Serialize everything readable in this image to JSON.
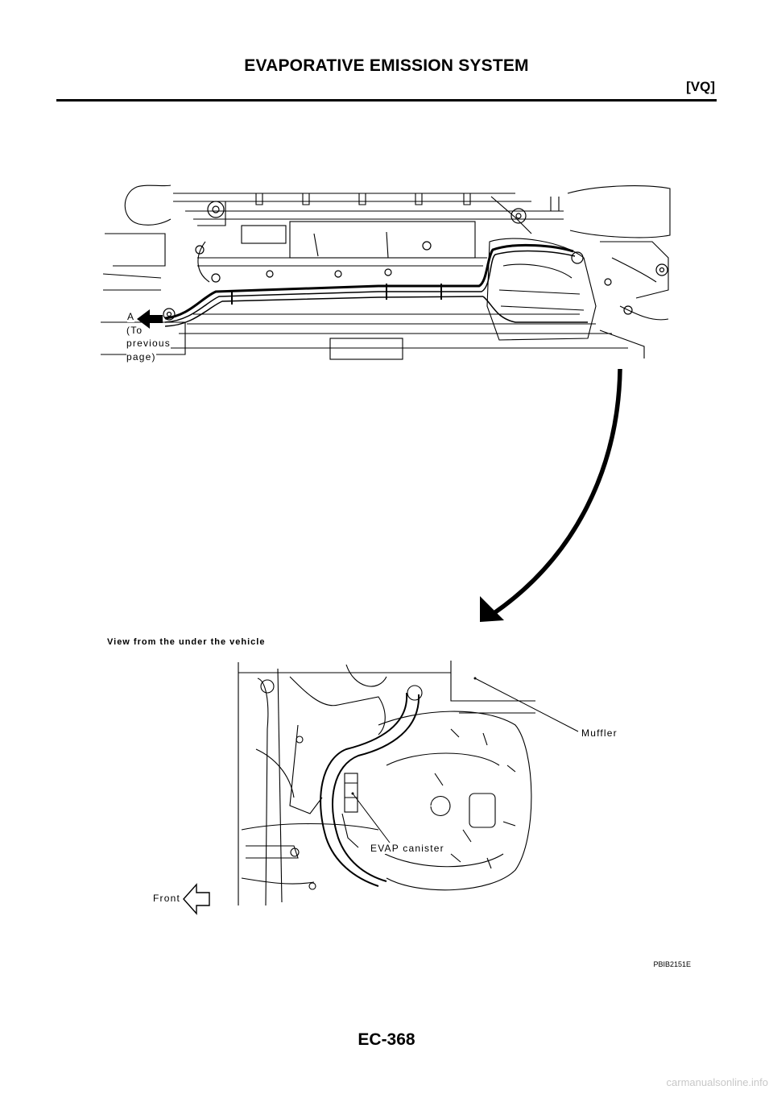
{
  "header": {
    "title": "EVAPORATIVE EMISSION SYSTEM",
    "section_tag": "[VQ]"
  },
  "top_view": {
    "label_a": "A",
    "label_a_note_line1": "(To",
    "label_a_note_line2": "previous",
    "label_a_note_line3": "page)"
  },
  "bottom_view": {
    "caption": "View from the under the vehicle",
    "muffler_label": "Muffler",
    "evap_canister_label": "EVAP canister",
    "front_label": "Front"
  },
  "figure_id": "PBIB2151E",
  "footer": {
    "page_number": "EC-368",
    "watermark": "carmanualsonline.info"
  }
}
